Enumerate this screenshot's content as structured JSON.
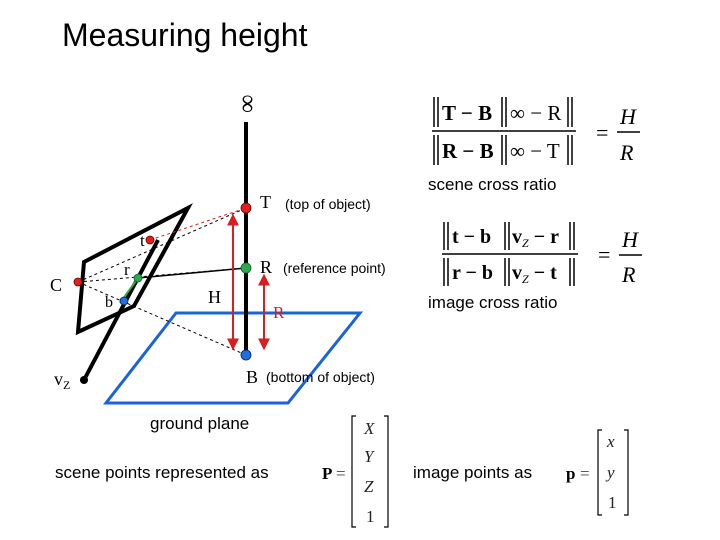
{
  "title": "Measuring height",
  "labels": {
    "infinity": "∞",
    "T": "T",
    "T_desc": "(top of object)",
    "R": "R",
    "R_desc": "(reference point)",
    "B": "B",
    "B_desc": "(bottom of object)",
    "H": "H",
    "R_len": "R",
    "t": "t",
    "r": "r",
    "b": "b",
    "C": "C",
    "vz_main": "v",
    "vz_sub": "Z"
  },
  "equations": {
    "scene_caption": "scene cross ratio",
    "image_caption": "image cross ratio",
    "scene_ratio": {
      "num_left": "T − B",
      "num_right": "∞ − R",
      "den_left": "R − B",
      "den_right": "∞ − T",
      "eq": "=",
      "rhs_num": "H",
      "rhs_den": "R"
    },
    "image_ratio": {
      "num_left": "t − b",
      "num_right_v": "v",
      "num_right_sub": "Z",
      "num_right_rest": " − r",
      "den_left": "r − b",
      "den_right_v": "v",
      "den_right_sub": "Z",
      "den_right_rest": " − t",
      "eq": "=",
      "rhs_num": "H",
      "rhs_den": "R"
    }
  },
  "ground_plane": "ground plane",
  "scene_points_text": "scene points represented as",
  "scene_vector": {
    "name": "P",
    "eq": "=",
    "entries": [
      "X",
      "Y",
      "Z",
      "1"
    ]
  },
  "image_points_text": "image points as",
  "image_vector": {
    "name": "p",
    "eq": "=",
    "entries": [
      "x",
      "y",
      "1"
    ]
  },
  "colors": {
    "point_red": "#e0201c",
    "point_green": "#2ea84a",
    "point_blue": "#1f6fe0",
    "ground_plane": "#1a64d8",
    "arrow_red": "#d81e1e",
    "construction_red": "#d81e1e"
  }
}
